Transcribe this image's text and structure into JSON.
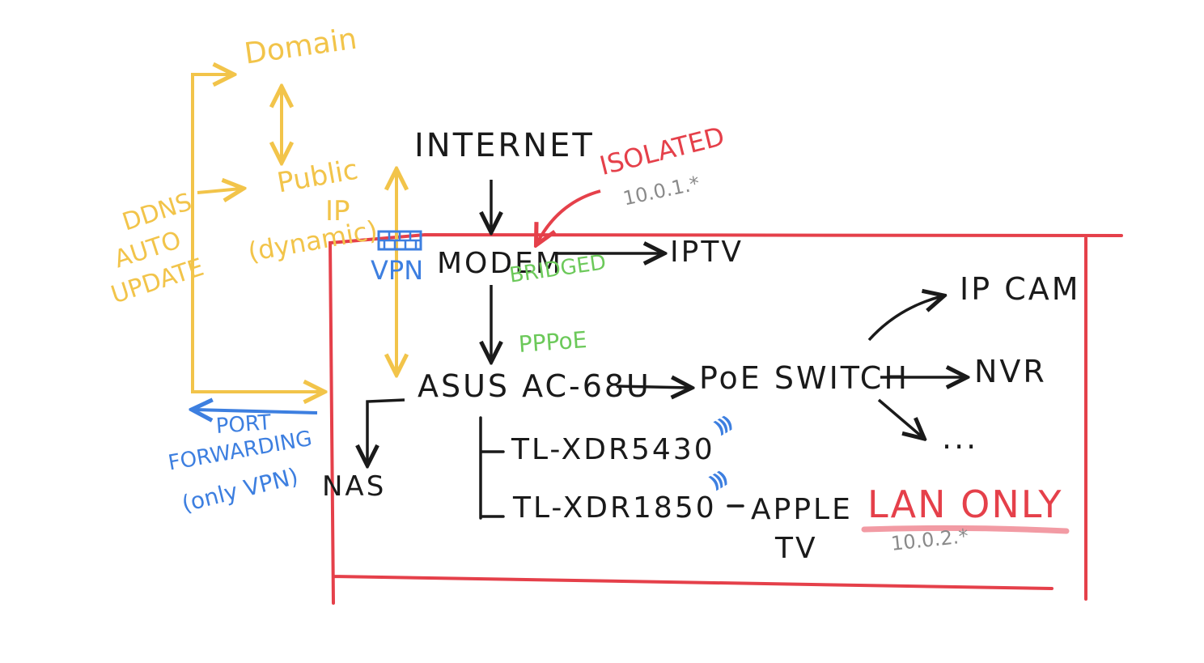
{
  "colors": {
    "ink": "#1a1a1a",
    "wan_yellow": "#f2c44a",
    "lan_red": "#e5404a",
    "note_green": "#6cc95a",
    "vpn_blue": "#3d7fe0",
    "subnet_gray": "#8a8a8a",
    "highlight_pink": "#f08a94"
  },
  "wan": {
    "domain": "Domain",
    "public_ip_line1": "Public",
    "public_ip_line2": "IP",
    "public_ip_line3": "(dynamic)",
    "ddns_line1": "DDNS",
    "ddns_line2": "AUTO",
    "ddns_line3": "UPDATE"
  },
  "internet": "INTERNET",
  "isolated": {
    "label": "ISOLATED",
    "subnet": "10.0.1.*"
  },
  "vpn": {
    "label": "VPN",
    "icon": "firewall-icon"
  },
  "modem": {
    "label": "MODEM",
    "note": "BRIDGED"
  },
  "iptv": "IPTV",
  "router": {
    "label": "ASUS AC-68U",
    "note": "PPPoE"
  },
  "poe_switch": "PoE SWITCH",
  "ip_cam": "IP CAM",
  "nvr": "NVR",
  "more": "...",
  "nas": "NAS",
  "port_forwarding": {
    "line1": "PORT",
    "line2": "FORWARDING",
    "line3": "(only VPN)"
  },
  "mesh": {
    "node1": "TL-XDR5430",
    "node2": "TL-XDR1850",
    "icon": "wifi-icon"
  },
  "apple_tv": {
    "line1": "APPLE",
    "line2": "TV"
  },
  "lan": {
    "label": "LAN ONLY",
    "subnet": "10.0.2.*"
  }
}
